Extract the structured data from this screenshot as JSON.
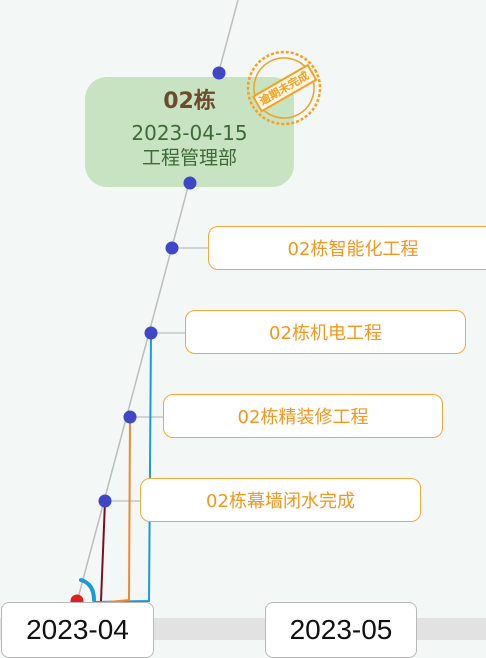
{
  "milestone": {
    "title": "02栋",
    "date": "2023-04-15",
    "department": "工程管理部",
    "stamp": "逾期未完成"
  },
  "tasks": [
    {
      "label": "02栋智能化工程"
    },
    {
      "label": "02栋机电工程"
    },
    {
      "label": "02栋精装修工程"
    },
    {
      "label": "02栋幕墙闭水完成"
    }
  ],
  "axis": {
    "labels": [
      "2023-04",
      "2023-05"
    ]
  },
  "colors": {
    "node": "#4046c8",
    "start_node": "#e02020",
    "task_border": "#f4a73a",
    "task_text": "#f2961e",
    "milestone_fill": "#c8e3c2",
    "link_blue": "#1a9ad6",
    "link_orange": "#f0882e",
    "link_darkred": "#7a0f24"
  }
}
